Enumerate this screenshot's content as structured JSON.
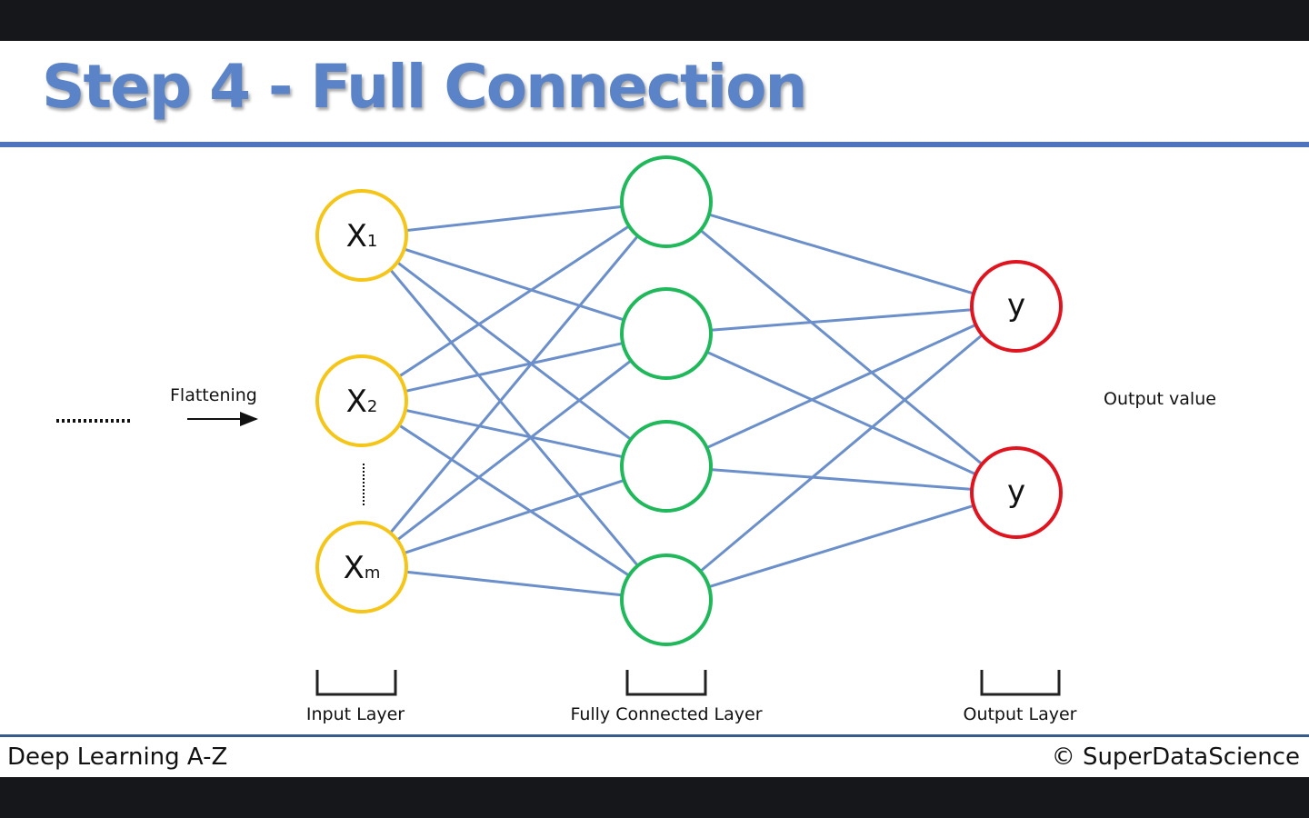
{
  "slide": {
    "title": "Step 4 - Full Connection",
    "footer_left": "Deep Learning A-Z",
    "footer_right": "© SuperDataScience"
  },
  "diagram": {
    "flatten_label": "Flattening",
    "input_nodes": [
      {
        "main": "X",
        "sub": "1"
      },
      {
        "main": "X",
        "sub": "2"
      },
      {
        "main": "X",
        "sub": "m"
      }
    ],
    "hidden_node_count": 4,
    "output_nodes": [
      {
        "label": "y"
      },
      {
        "label": "y"
      }
    ],
    "output_value_label": "Output value",
    "layer_labels": {
      "input": "Input Layer",
      "hidden": "Fully Connected Layer",
      "output": "Output Layer"
    },
    "colors": {
      "input_node": "#f5c518",
      "hidden_node": "#1fb85a",
      "output_node": "#e0141e",
      "edge": "#6b8fca",
      "title": "#5b83c8"
    }
  }
}
